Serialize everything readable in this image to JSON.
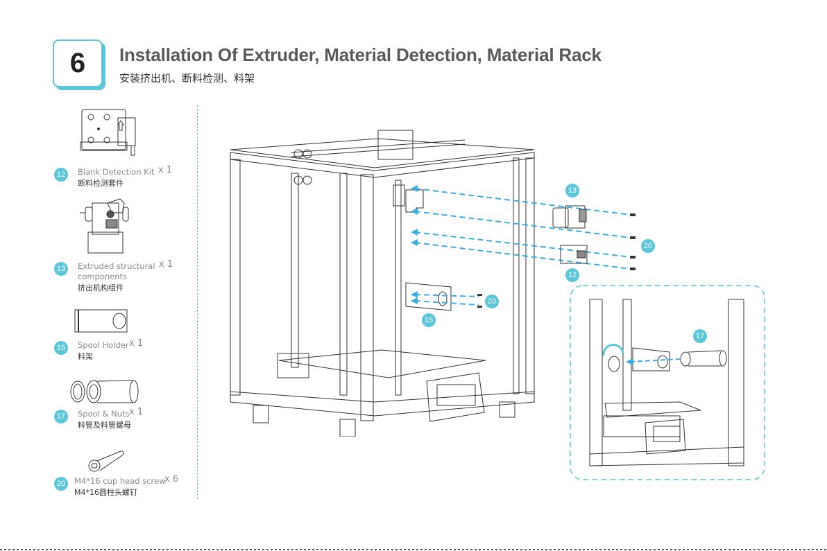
{
  "header": {
    "step_number": "6",
    "title_en": "Installation Of Extruder, Material Detection, Material Rack",
    "title_zh": "安装挤出机、断料检测、料架"
  },
  "accent_color": "#5bc7d8",
  "parts": [
    {
      "id": "12",
      "name_en": "Blank Detection Kit",
      "qty": "x 1",
      "name_zh": "断料检测套件",
      "icon": "detection-kit-icon"
    },
    {
      "id": "13",
      "name_en": "Extruded structural",
      "name_en_line2": "components",
      "qty": "x 1",
      "name_zh": "挤出机构组件",
      "icon": "extruder-icon"
    },
    {
      "id": "15",
      "name_en": "Spool Holder",
      "qty": "x 1",
      "name_zh": "料架",
      "icon": "spool-holder-icon"
    },
    {
      "id": "17",
      "name_en": "Spool & Nuts",
      "qty": "x 1",
      "name_zh": "料管及料管螺母",
      "icon": "spool-nuts-icon"
    },
    {
      "id": "20",
      "name_en": "M4*16 cup head screw",
      "qty": "x 6",
      "name_zh": "M4*16圆柱头螺钉",
      "icon": "screw-icon"
    }
  ],
  "diagram": {
    "callouts": [
      "13",
      "20",
      "12",
      "20",
      "15",
      "17"
    ]
  }
}
